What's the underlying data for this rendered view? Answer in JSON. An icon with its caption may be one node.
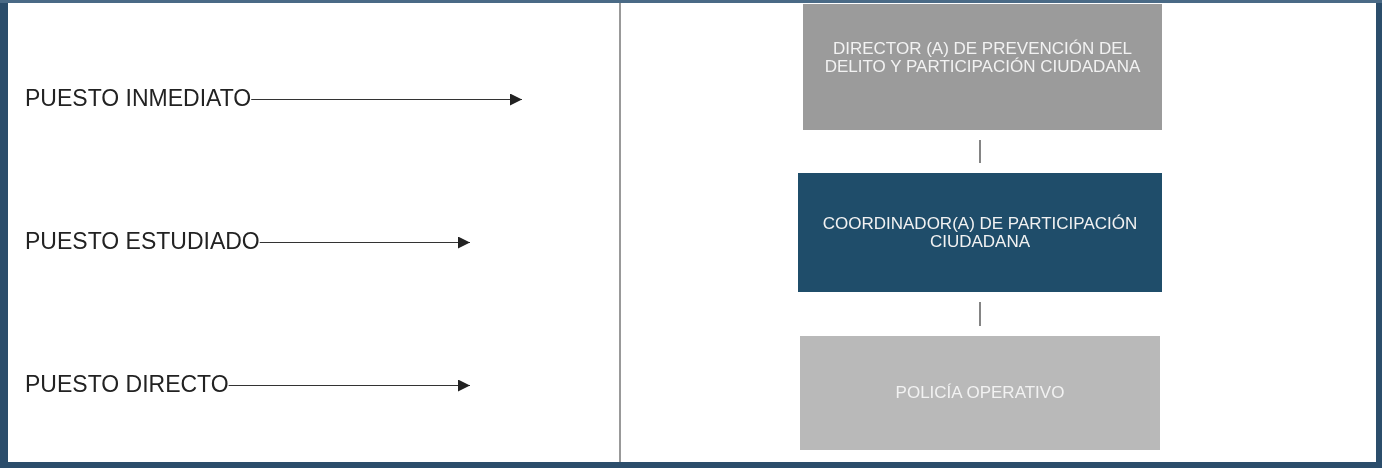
{
  "diagram": {
    "nodes": [
      {
        "text": [
          "PUESTO INMEDIATO"
        ]
      },
      {
        "text": [
          "PUESTO ESTUDIADO"
        ]
      },
      {
        "text": [
          "PUESTO DIRECTO"
        ]
      },
      {
        "text": [
          "DIRECTOR (A) DE PREVENCIÓN DEL DELITO Y PARTICIPACIÓN CIUDADANA"
        ]
      },
      {
        "text": [
          "COORDINADOR(A) DE PARTICIPACIÓN CIUDADANA"
        ]
      },
      {
        "text": [
          "POLICÍA OPERATIVO"
        ]
      }
    ],
    "edges": [
      {
        "from": 0,
        "to": null,
        "arrow": "to"
      },
      {
        "from": 1,
        "to": null,
        "arrow": "to"
      },
      {
        "from": 2,
        "to": null,
        "arrow": "to"
      },
      {
        "from": 3,
        "to": 4,
        "arrow": "none"
      },
      {
        "from": 4,
        "to": 5,
        "arrow": "none"
      }
    ]
  }
}
